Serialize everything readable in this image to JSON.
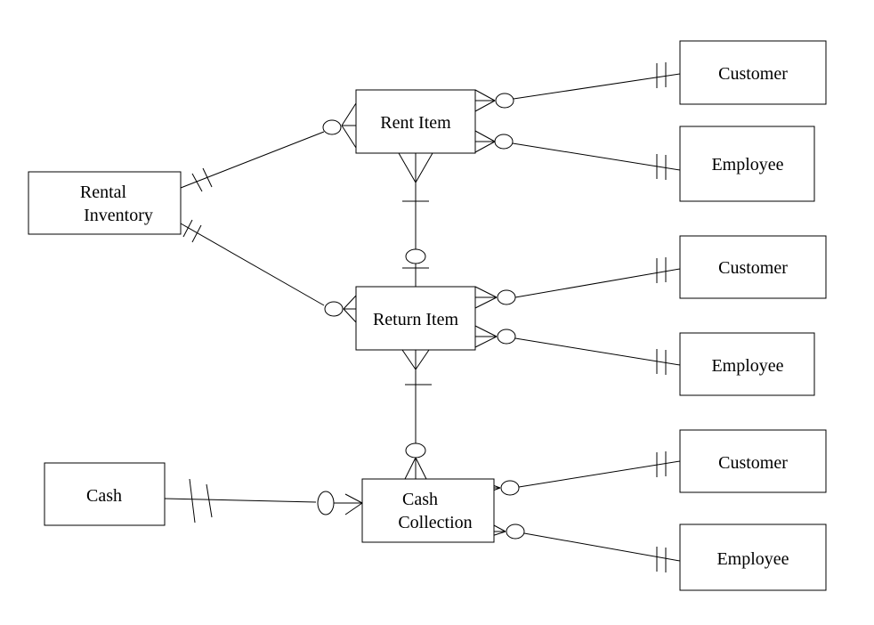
{
  "diagram": {
    "type": "entity-relationship",
    "line_color": "#000000",
    "fill_color": "#ffffff",
    "entities": [
      {
        "id": "rent_item",
        "lines": [
          "Rent Item"
        ]
      },
      {
        "id": "return_item",
        "lines": [
          "Return Item"
        ]
      },
      {
        "id": "cash_collection",
        "lines": [
          "Cash",
          "Collection"
        ]
      },
      {
        "id": "rental_inventory",
        "lines": [
          "Rental",
          "Inventory"
        ]
      },
      {
        "id": "cash",
        "lines": [
          "Cash"
        ]
      },
      {
        "id": "customer_1",
        "lines": [
          "Customer"
        ]
      },
      {
        "id": "employee_1",
        "lines": [
          "Employee"
        ]
      },
      {
        "id": "customer_2",
        "lines": [
          "Customer"
        ]
      },
      {
        "id": "employee_2",
        "lines": [
          "Employee"
        ]
      },
      {
        "id": "customer_3",
        "lines": [
          "Customer"
        ]
      },
      {
        "id": "employee_3",
        "lines": [
          "Employee"
        ]
      }
    ],
    "relationships": [
      {
        "from": "rental_inventory",
        "to": "rent_item",
        "from_cardinality": "one-and-only-one",
        "to_cardinality": "zero-or-many"
      },
      {
        "from": "rental_inventory",
        "to": "return_item",
        "from_cardinality": "one-and-only-one",
        "to_cardinality": "zero-or-many"
      },
      {
        "from": "rent_item",
        "to": "customer_1",
        "from_cardinality": "zero-or-many",
        "to_cardinality": "one-and-only-one"
      },
      {
        "from": "rent_item",
        "to": "employee_1",
        "from_cardinality": "zero-or-many",
        "to_cardinality": "one-and-only-one"
      },
      {
        "from": "rent_item",
        "to": "return_item",
        "from_cardinality": "one-or-many",
        "to_cardinality": "zero-or-one"
      },
      {
        "from": "return_item",
        "to": "customer_2",
        "from_cardinality": "zero-or-many",
        "to_cardinality": "one-and-only-one"
      },
      {
        "from": "return_item",
        "to": "employee_2",
        "from_cardinality": "zero-or-many",
        "to_cardinality": "one-and-only-one"
      },
      {
        "from": "return_item",
        "to": "cash_collection",
        "from_cardinality": "one-or-many",
        "to_cardinality": "zero-or-many"
      },
      {
        "from": "cash",
        "to": "cash_collection",
        "from_cardinality": "one-and-only-one",
        "to_cardinality": "zero-or-many"
      },
      {
        "from": "cash_collection",
        "to": "customer_3",
        "from_cardinality": "zero-or-many",
        "to_cardinality": "one-and-only-one"
      },
      {
        "from": "cash_collection",
        "to": "employee_3",
        "from_cardinality": "zero-or-many",
        "to_cardinality": "one-and-only-one"
      }
    ]
  }
}
